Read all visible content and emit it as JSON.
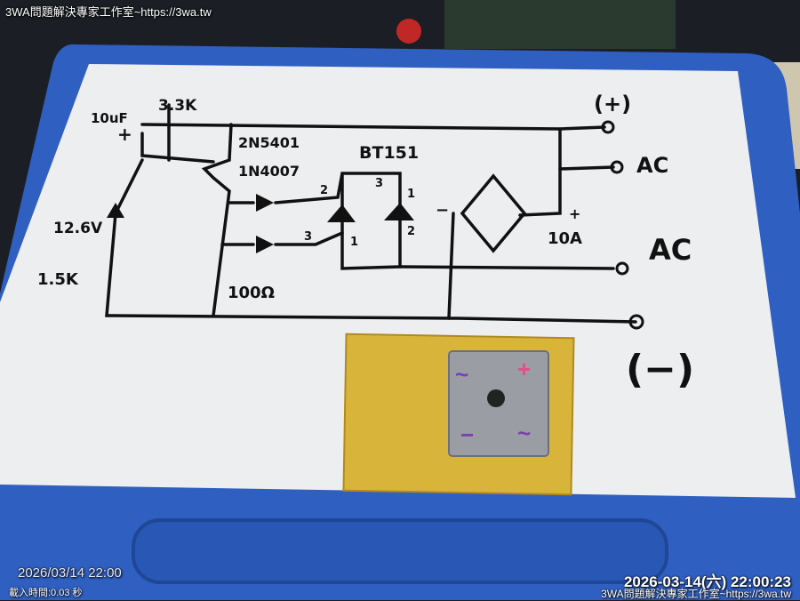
{
  "overlay": {
    "watermark_top": "3WA問題解決專家工作室~https://3wa.tw",
    "timestamp_left": "2026/03/14 22:00",
    "load_time": "載入時間:0.03 秒",
    "timestamp_right": "2026-03-14(六) 22:00:23",
    "watermark_bottom": "3WA問題解決專家工作室~https://3wa.tw"
  },
  "whiteboard": {
    "labels": {
      "cap": "10uF",
      "cap_plus": "+",
      "resistor_top": "3.3K",
      "transistor": "2N5401",
      "diode": "1N4007",
      "scr": "BT151",
      "zener": "12.6V",
      "resistor_left": "1.5K",
      "resistor_mid": "100Ω",
      "terminal_plus": "(+)",
      "terminal_ac1": "AC",
      "terminal_ac2": "AC",
      "bridge_rating": "10A",
      "bridge_plus": "+",
      "bridge_minus": "−",
      "terminal_minus": "(−)",
      "pin_2a": "2",
      "pin_3": "3",
      "pin_1a": "1",
      "pin_3b": "3",
      "pin_1b": "1",
      "pin_2b": "2"
    }
  },
  "bridge_rectifier": {
    "marks": [
      "~",
      "+",
      "−",
      "~"
    ]
  },
  "colors": {
    "tray_blue": "#2f5fc0",
    "board_white": "#eef0f2",
    "pcb_yellow": "#d9b43a",
    "marker_purple": "#7a3fb0",
    "marker_pink": "#e0508a"
  }
}
